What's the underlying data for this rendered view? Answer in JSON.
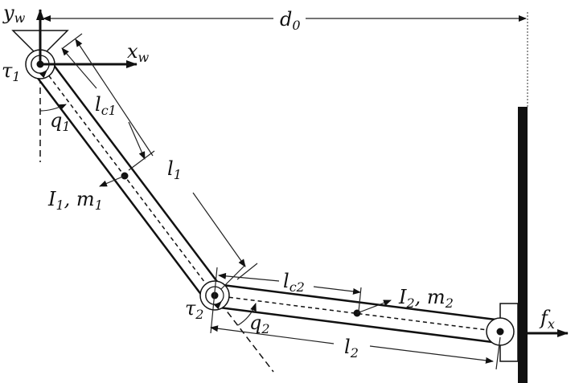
{
  "labels": {
    "yw": {
      "main": "y",
      "sub": "w"
    },
    "xw": {
      "main": "x",
      "sub": "w"
    },
    "d0": {
      "main": "d",
      "sub": "0"
    },
    "tau1": {
      "main": "τ",
      "sub": "1"
    },
    "tau2": {
      "main": "τ",
      "sub": "2"
    },
    "q1": {
      "main": "q",
      "sub": "1"
    },
    "q2": {
      "main": "q",
      "sub": "2"
    },
    "lc1": {
      "main": "l",
      "sub": "c1"
    },
    "lc2": {
      "main": "l",
      "sub": "c2"
    },
    "l1": {
      "main": "l",
      "sub": "1"
    },
    "l2": {
      "main": "l",
      "sub": "2"
    },
    "I1m1": {
      "a": "I",
      "asub": "1",
      "sep": ", m",
      "bsub": "1"
    },
    "I2m2": {
      "a": "I",
      "asub": "2",
      "sep": ", m",
      "bsub": "2"
    },
    "fx": {
      "main": "f",
      "sub": "x"
    }
  },
  "colors": {
    "ink": "#111111",
    "background": "#ffffff"
  }
}
